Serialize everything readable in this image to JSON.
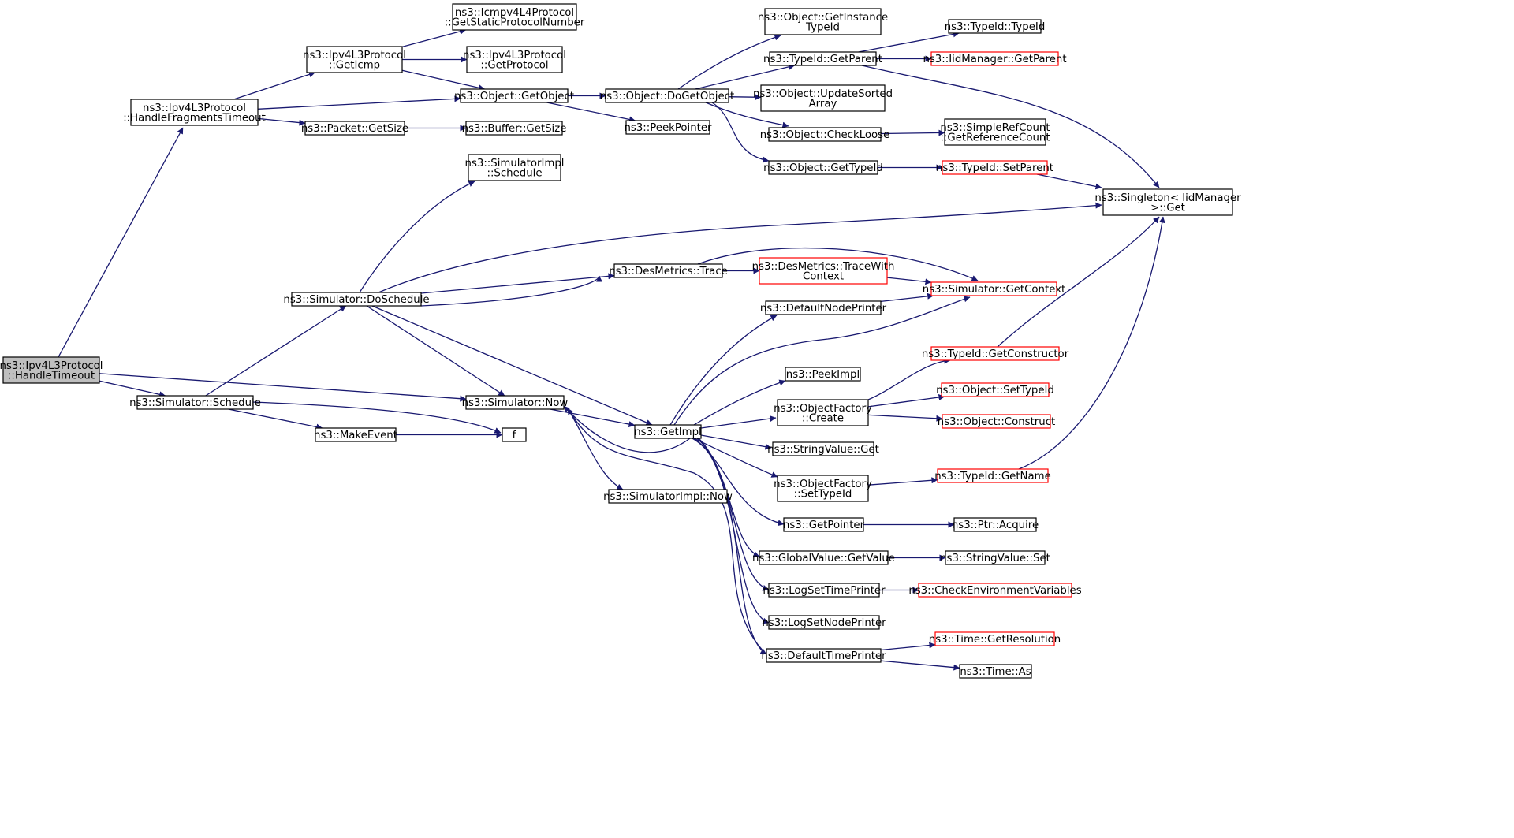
{
  "nodes": [
    {
      "id": "n0",
      "lines": [
        "ns3::Ipv4L3Protocol",
        "::HandleTimeout"
      ],
      "red": false,
      "root": true
    },
    {
      "id": "n1",
      "lines": [
        "ns3::Ipv4L3Protocol",
        "::HandleFragmentsTimeout"
      ],
      "red": false
    },
    {
      "id": "n2",
      "lines": [
        "ns3::Ipv4L3Protocol",
        "::GetIcmp"
      ],
      "red": false
    },
    {
      "id": "n3",
      "lines": [
        "ns3::Icmpv4L4Protocol",
        "::GetStaticProtocolNumber"
      ],
      "red": false
    },
    {
      "id": "n4",
      "lines": [
        "ns3::Ipv4L3Protocol",
        "::GetProtocol"
      ],
      "red": false
    },
    {
      "id": "n5",
      "lines": [
        "ns3::Object::GetObject"
      ],
      "red": false
    },
    {
      "id": "n6",
      "lines": [
        "ns3::Object::DoGetObject"
      ],
      "red": false
    },
    {
      "id": "n7",
      "lines": [
        "ns3::Object::GetInstance",
        "TypeId"
      ],
      "red": false
    },
    {
      "id": "n8",
      "lines": [
        "ns3::TypeId::GetParent"
      ],
      "red": false
    },
    {
      "id": "n9",
      "lines": [
        "ns3::TypeId::TypeId"
      ],
      "red": false
    },
    {
      "id": "n10",
      "lines": [
        "ns3::IidManager::GetParent"
      ],
      "red": true
    },
    {
      "id": "n11",
      "lines": [
        "ns3::Singleton< IidManager",
        " >::Get"
      ],
      "red": false
    },
    {
      "id": "n12",
      "lines": [
        "ns3::Object::UpdateSorted",
        "Array"
      ],
      "red": false
    },
    {
      "id": "n13",
      "lines": [
        "ns3::Object::CheckLoose"
      ],
      "red": false
    },
    {
      "id": "n14",
      "lines": [
        "ns3::SimpleRefCount",
        "::GetReferenceCount"
      ],
      "red": false
    },
    {
      "id": "n15",
      "lines": [
        "ns3::Object::GetTypeId"
      ],
      "red": false
    },
    {
      "id": "n16",
      "lines": [
        "ns3::TypeId::SetParent"
      ],
      "red": true
    },
    {
      "id": "n17",
      "lines": [
        "ns3::PeekPointer"
      ],
      "red": false
    },
    {
      "id": "n18",
      "lines": [
        "ns3::Packet::GetSize"
      ],
      "red": false
    },
    {
      "id": "n19",
      "lines": [
        "ns3::Buffer::GetSize"
      ],
      "red": false
    },
    {
      "id": "n20",
      "lines": [
        "ns3::Simulator::Schedule"
      ],
      "red": false
    },
    {
      "id": "n21",
      "lines": [
        "ns3::Simulator::DoSchedule"
      ],
      "red": false
    },
    {
      "id": "n22",
      "lines": [
        "ns3::SimulatorImpl",
        "::Schedule"
      ],
      "red": false
    },
    {
      "id": "n23",
      "lines": [
        "ns3::DesMetrics::Trace"
      ],
      "red": false
    },
    {
      "id": "n24",
      "lines": [
        "ns3::DesMetrics::TraceWith",
        "Context"
      ],
      "red": true
    },
    {
      "id": "n25",
      "lines": [
        "ns3::Simulator::GetContext"
      ],
      "red": true
    },
    {
      "id": "n26",
      "lines": [
        "ns3::Simulator::Now"
      ],
      "red": false
    },
    {
      "id": "n27",
      "lines": [
        "ns3::GetImpl"
      ],
      "red": false
    },
    {
      "id": "n28",
      "lines": [
        "ns3::SimulatorImpl::Now"
      ],
      "red": false
    },
    {
      "id": "n29",
      "lines": [
        "ns3::MakeEvent"
      ],
      "red": false
    },
    {
      "id": "n30",
      "lines": [
        "f"
      ],
      "red": false
    },
    {
      "id": "n31",
      "lines": [
        "ns3::DefaultNodePrinter"
      ],
      "red": false
    },
    {
      "id": "n32",
      "lines": [
        "ns3::PeekImpl"
      ],
      "red": false
    },
    {
      "id": "n33",
      "lines": [
        "ns3::ObjectFactory",
        "::Create"
      ],
      "red": false
    },
    {
      "id": "n34",
      "lines": [
        "ns3::TypeId::GetConstructor"
      ],
      "red": true
    },
    {
      "id": "n35",
      "lines": [
        "ns3::Object::SetTypeId"
      ],
      "red": true
    },
    {
      "id": "n36",
      "lines": [
        "ns3::Object::Construct"
      ],
      "red": true
    },
    {
      "id": "n37",
      "lines": [
        "ns3::StringValue::Get"
      ],
      "red": false
    },
    {
      "id": "n38",
      "lines": [
        "ns3::ObjectFactory",
        "::SetTypeId"
      ],
      "red": false
    },
    {
      "id": "n39",
      "lines": [
        "ns3::TypeId::GetName"
      ],
      "red": true
    },
    {
      "id": "n40",
      "lines": [
        "ns3::GetPointer"
      ],
      "red": false
    },
    {
      "id": "n41",
      "lines": [
        "ns3::Ptr::Acquire"
      ],
      "red": false
    },
    {
      "id": "n42",
      "lines": [
        "ns3::GlobalValue::GetValue"
      ],
      "red": false
    },
    {
      "id": "n43",
      "lines": [
        "ns3::StringValue::Set"
      ],
      "red": false
    },
    {
      "id": "n44",
      "lines": [
        "ns3::LogSetTimePrinter"
      ],
      "red": false
    },
    {
      "id": "n45",
      "lines": [
        "ns3::CheckEnvironmentVariables"
      ],
      "red": true
    },
    {
      "id": "n46",
      "lines": [
        "ns3::LogSetNodePrinter"
      ],
      "red": false
    },
    {
      "id": "n47",
      "lines": [
        "ns3::DefaultTimePrinter"
      ],
      "red": false
    },
    {
      "id": "n48",
      "lines": [
        "ns3::Time::GetResolution"
      ],
      "red": true
    },
    {
      "id": "n49",
      "lines": [
        "ns3::Time::As"
      ],
      "red": false
    }
  ],
  "edges": [
    [
      "n0",
      "n1"
    ],
    [
      "n0",
      "n20"
    ],
    [
      "n0",
      "n26"
    ],
    [
      "n1",
      "n2"
    ],
    [
      "n1",
      "n5"
    ],
    [
      "n1",
      "n18"
    ],
    [
      "n2",
      "n3"
    ],
    [
      "n2",
      "n4"
    ],
    [
      "n2",
      "n5"
    ],
    [
      "n5",
      "n6"
    ],
    [
      "n5",
      "n17"
    ],
    [
      "n6",
      "n7"
    ],
    [
      "n6",
      "n8"
    ],
    [
      "n6",
      "n12"
    ],
    [
      "n6",
      "n13"
    ],
    [
      "n6",
      "n15"
    ],
    [
      "n8",
      "n9"
    ],
    [
      "n8",
      "n10"
    ],
    [
      "n8",
      "n11"
    ],
    [
      "n13",
      "n14"
    ],
    [
      "n15",
      "n16"
    ],
    [
      "n16",
      "n11"
    ],
    [
      "n18",
      "n19"
    ],
    [
      "n20",
      "n21"
    ],
    [
      "n20",
      "n29"
    ],
    [
      "n20",
      "n30"
    ],
    [
      "n21",
      "n22"
    ],
    [
      "n21",
      "n11"
    ],
    [
      "n21",
      "n23"
    ],
    [
      "n21",
      "n25"
    ],
    [
      "n21",
      "n26"
    ],
    [
      "n21",
      "n27"
    ],
    [
      "n23",
      "n24"
    ],
    [
      "n23",
      "n25"
    ],
    [
      "n24",
      "n25"
    ],
    [
      "n26",
      "n27"
    ],
    [
      "n26",
      "n28"
    ],
    [
      "n29",
      "n30"
    ],
    [
      "n27",
      "n31"
    ],
    [
      "n27",
      "n25"
    ],
    [
      "n27",
      "n32"
    ],
    [
      "n27",
      "n33"
    ],
    [
      "n27",
      "n37"
    ],
    [
      "n27",
      "n38"
    ],
    [
      "n27",
      "n40"
    ],
    [
      "n27",
      "n42"
    ],
    [
      "n27",
      "n44"
    ],
    [
      "n27",
      "n46"
    ],
    [
      "n27",
      "n47"
    ],
    [
      "n27",
      "n26"
    ],
    [
      "n31",
      "n25"
    ],
    [
      "n33",
      "n34"
    ],
    [
      "n33",
      "n35"
    ],
    [
      "n33",
      "n36"
    ],
    [
      "n34",
      "n11"
    ],
    [
      "n38",
      "n39"
    ],
    [
      "n39",
      "n11"
    ],
    [
      "n40",
      "n41"
    ],
    [
      "n42",
      "n43"
    ],
    [
      "n44",
      "n45"
    ],
    [
      "n47",
      "n48"
    ],
    [
      "n47",
      "n49"
    ],
    [
      "n47",
      "n26"
    ]
  ]
}
